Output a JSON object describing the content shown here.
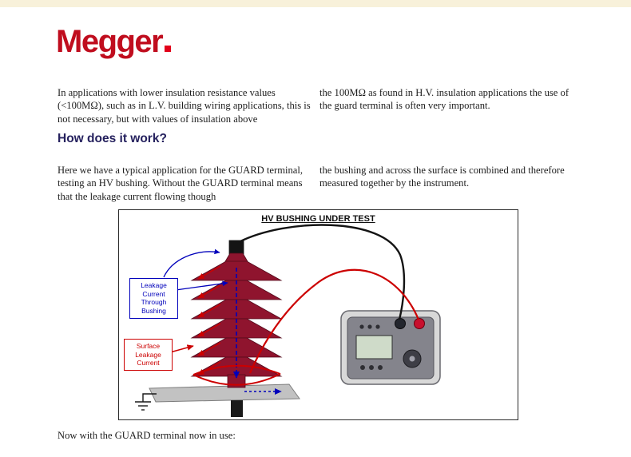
{
  "logo": {
    "text": "Megger"
  },
  "content": {
    "intro_left": "In applications with lower insulation resistance values (<100MΩ), such as in L.V. building wiring applications, this is not necessary, but with values of insulation above",
    "intro_right": "the 100MΩ as found in H.V. insulation applications the use of the guard terminal is often very important.",
    "heading": "How does it work?",
    "body_left": "Here we have a typical application for the GUARD terminal, testing an HV bushing. Without the GUARD terminal means that the leakage current flowing though",
    "body_right": "the bushing and across the surface is combined and therefore measured together by the instrument.",
    "footer_line": "Now with the GUARD terminal now in use:"
  },
  "diagram": {
    "title": "HV BUSHING UNDER TEST",
    "labels": {
      "leakage_through": "Leakage Current Through Bushing",
      "surface_leakage": "Surface Leakage Current"
    }
  },
  "colors": {
    "megger_red": "#c00d1e",
    "megger_dot_red": "#e2001a",
    "heading_navy": "#25215e",
    "bushing_maroon": "#8f142e",
    "leakage_blue": "#0000bb",
    "surface_red": "#cc0000",
    "plate_gray": "#c2c2c2"
  }
}
